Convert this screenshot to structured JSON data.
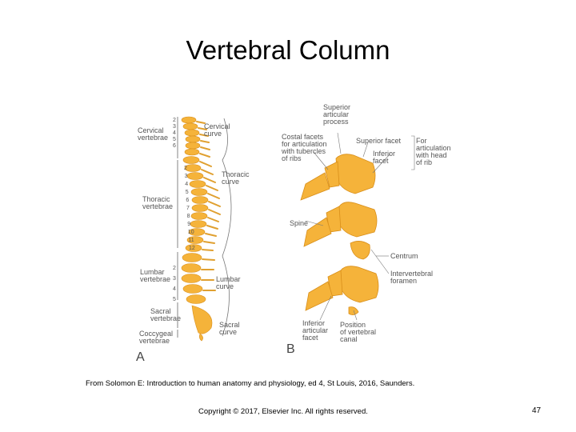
{
  "slide": {
    "title": "Vertebral Column",
    "caption": "From Solomon E: Introduction to human anatomy and physiology, ed 4, St Louis, 2016, Saunders.",
    "copyright": "Copyright © 2017, Elsevier Inc. All rights reserved.",
    "page_number": "47"
  },
  "figure_a": {
    "panel_label": "A",
    "cervical_vertebrae": "Cervical\nvertebrae",
    "cervical_curve": "Cervical\ncurve",
    "thoracic_curve": "Thoracic\ncurve",
    "thoracic_vertebrae": "Thoracic\nvertebrae",
    "lumbar_vertebrae": "Lumbar\nvertebrae",
    "lumbar_curve": "Lumbar\ncurve",
    "sacral_vertebrae": "Sacral\nvertebrae",
    "coccygeal_vertebrae": "Coccygeal\nvertebrae",
    "sacral_curve": "Sacral\ncurve",
    "cervical_numbers": [
      "2",
      "3",
      "4",
      "5",
      "6"
    ],
    "thoracic_numbers": [
      "2",
      "3",
      "4",
      "5",
      "6",
      "7",
      "8",
      "9",
      "10",
      "11",
      "12"
    ],
    "lumbar_numbers": [
      "2",
      "3",
      "4",
      "5"
    ]
  },
  "figure_b": {
    "panel_label": "B",
    "superior_articular_process": "Superior\narticular\nprocess",
    "costal_facets": "Costal facets\nfor articulation\nwith tubercles\nof ribs",
    "superior_facet": "Superior facet",
    "inferior_facet": "Inferior\nfacet",
    "for_articulation": "For\narticulation\nwith head\nof rib",
    "spine": "Spine",
    "centrum": "Centrum",
    "intervertebral_foramen": "Intervertebral\nforamen",
    "inferior_articular_facet": "Inferior\narticular\nfacet",
    "position_of_vertebral_canal": "Position\nof vertebral\ncanal"
  },
  "colors": {
    "bone": "#f5b33a",
    "bone_dark": "#d98f1a",
    "label": "#555555"
  }
}
